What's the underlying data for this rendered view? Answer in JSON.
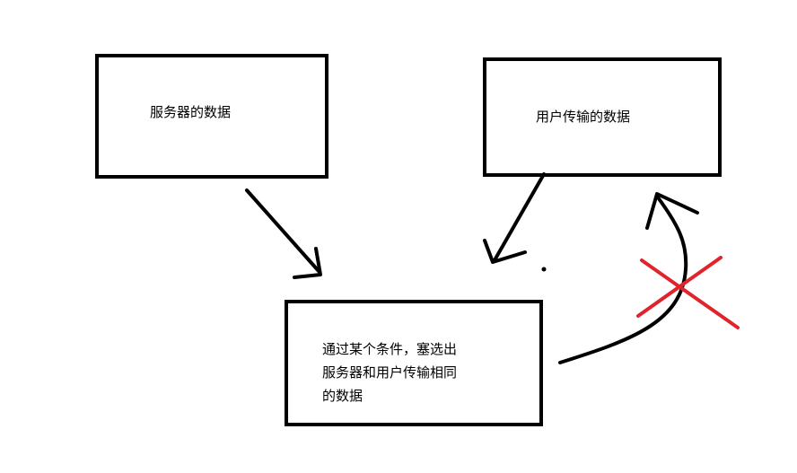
{
  "nodes": {
    "server_data": {
      "label": "服务器的数据"
    },
    "user_data": {
      "label": "用户传输的数据"
    },
    "filter": {
      "lines": [
        "通过某个条件，塞选出",
        "服务器和用户传输相同",
        "的数据"
      ]
    }
  },
  "edges": [
    {
      "from": "server_data",
      "to": "filter",
      "style": "arrow"
    },
    {
      "from": "user_data",
      "to": "filter",
      "style": "arrow"
    },
    {
      "from": "filter",
      "to": "user_data",
      "style": "arrow",
      "crossed_out": true
    }
  ],
  "colors": {
    "stroke": "#000000",
    "cross": "#e0242b",
    "background": "#ffffff"
  }
}
